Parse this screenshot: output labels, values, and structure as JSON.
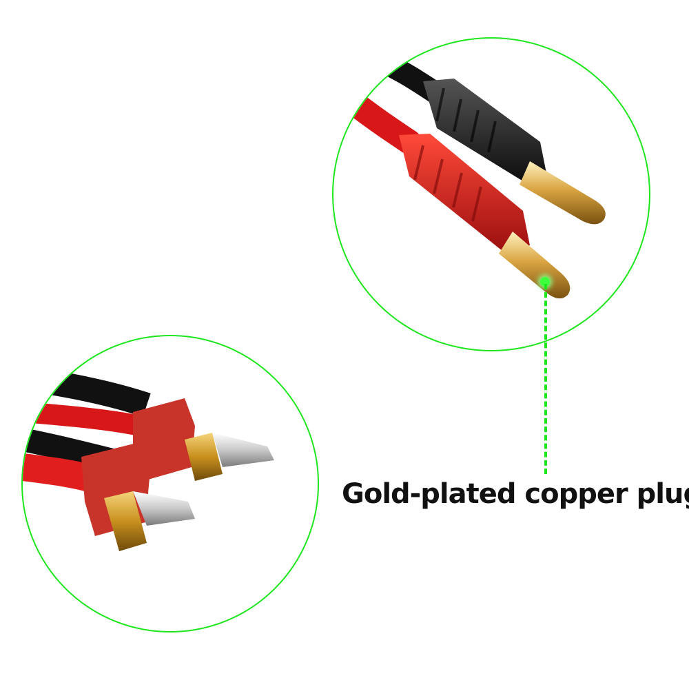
{
  "caption": {
    "text": "Gold-plated copper plug"
  },
  "colors": {
    "accent_green": "#1ee61e",
    "cable_red": "#d81818",
    "cable_black": "#1a1a1a",
    "gold": "#d9a441",
    "connector_red": "#c8342a"
  },
  "images": {
    "top": "banana-plug-photo",
    "bottom": "deans-t-connector-photo"
  }
}
